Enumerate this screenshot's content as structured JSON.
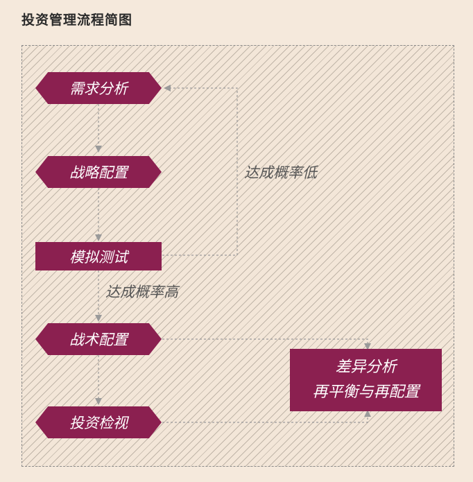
{
  "title": "投资管理流程简图",
  "colors": {
    "node": "#8b2050",
    "connector": "#9a9a9a",
    "background": "#f5e9dc"
  },
  "nodes": {
    "needs_analysis": "需求分析",
    "strategic_allocation": "战略配置",
    "simulation_test": "模拟测试",
    "tactical_allocation": "战术配置",
    "investment_review": "投资检视",
    "variance": {
      "line1": "差异分析",
      "line2": "再平衡与再配置"
    }
  },
  "edge_labels": {
    "low_probability": "达成概率低",
    "high_probability": "达成概率高"
  }
}
